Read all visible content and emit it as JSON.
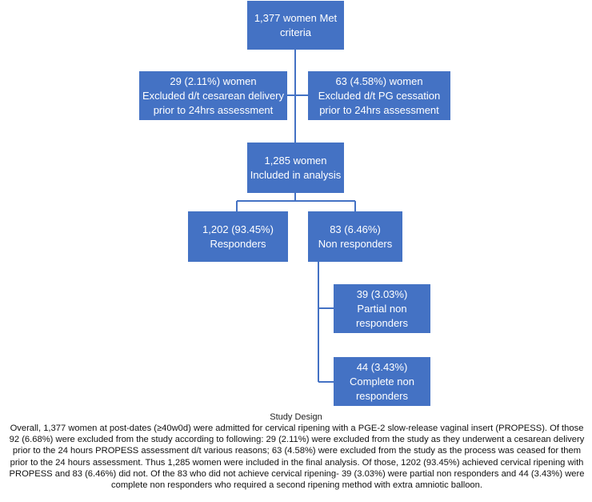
{
  "nodes": {
    "met_criteria": {
      "line1": "1,377 women Met",
      "line2": "criteria"
    },
    "excluded_cesarean": {
      "line1": "29 (2.11%) women",
      "line2": "Excluded d/t cesarean delivery",
      "line3": "prior to 24hrs assessment"
    },
    "excluded_pg": {
      "line1": "63 (4.58%) women",
      "line2": "Excluded d/t PG cessation",
      "line3": "prior to 24hrs assessment"
    },
    "included": {
      "line1": "1,285 women",
      "line2": "Included in analysis"
    },
    "responders": {
      "line1": "1,202 (93.45%)",
      "line2": "Responders"
    },
    "non_responders": {
      "line1": "83 (6.46%)",
      "line2": "Non responders"
    },
    "partial": {
      "line1": "39 (3.03%)",
      "line2": "Partial non",
      "line3": "responders"
    },
    "complete": {
      "line1": "44 (3.43%)",
      "line2": "Complete non",
      "line3": "responders"
    }
  },
  "caption": "Study Design",
  "description": "Overall, 1,377 women at post-dates (≥40w0d) were admitted for cervical ripening with a PGE-2 slow-release vaginal insert (PROPESS). Of those 92 (6.68%) were excluded from the study according to following: 29 (2.11%) were excluded from the study as they underwent a cesarean delivery prior to the 24 hours PROPESS assessment d/t various reasons; 63 (4.58%) were excluded from the study as the process was ceased for them prior to the 24 hours assessment. Thus 1,285 women were included in the final analysis. Of those, 1202 (93.45%) achieved cervical ripening with PROPESS and 83 (6.46%) did not. Of the 83 who did not achieve cervical ripening- 39 (3.03%) were partial non responders and 44 (3.43%) were complete non responders who required a second ripening method with extra amniotic balloon.",
  "colors": {
    "box_fill": "#4472c4",
    "connector": "#4472c4",
    "box_text": "#ffffff"
  }
}
